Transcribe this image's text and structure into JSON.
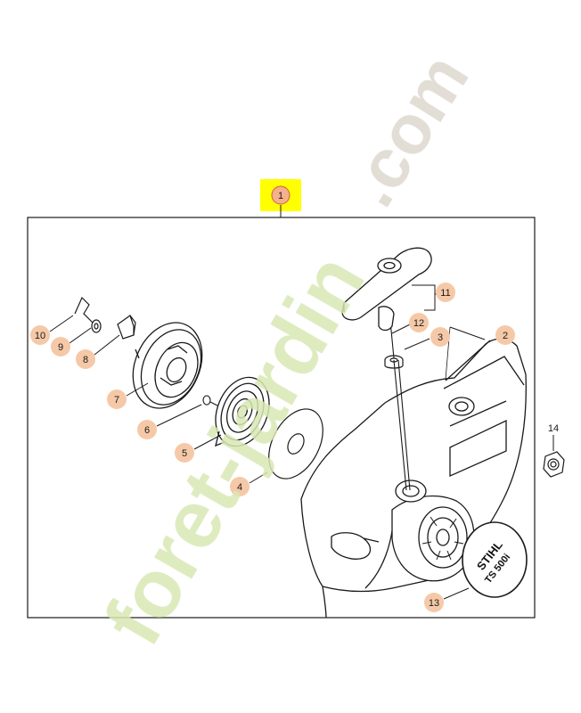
{
  "diagram": {
    "assembly_callout": "1",
    "callouts": {
      "c2": "2",
      "c3": "3",
      "c4": "4",
      "c5": "5",
      "c6": "6",
      "c7": "7",
      "c8": "8",
      "c9": "9",
      "c10": "10",
      "c11": "11",
      "c12": "12",
      "c13": "13",
      "c14": "14"
    },
    "badge_brand": "STIHL",
    "badge_model": "TS 500i",
    "watermark_green": "foret-jardin",
    "watermark_gray": ".com"
  },
  "colors": {
    "callout_fill": "#f5c9a8",
    "highlight": "#ffff00",
    "highlight_circle": "#f5b08c",
    "watermark_green": "#d8e8b4",
    "watermark_orange": "#f8dcc0",
    "watermark_gray": "#ddd8cf",
    "line": "#1a1a1a"
  }
}
